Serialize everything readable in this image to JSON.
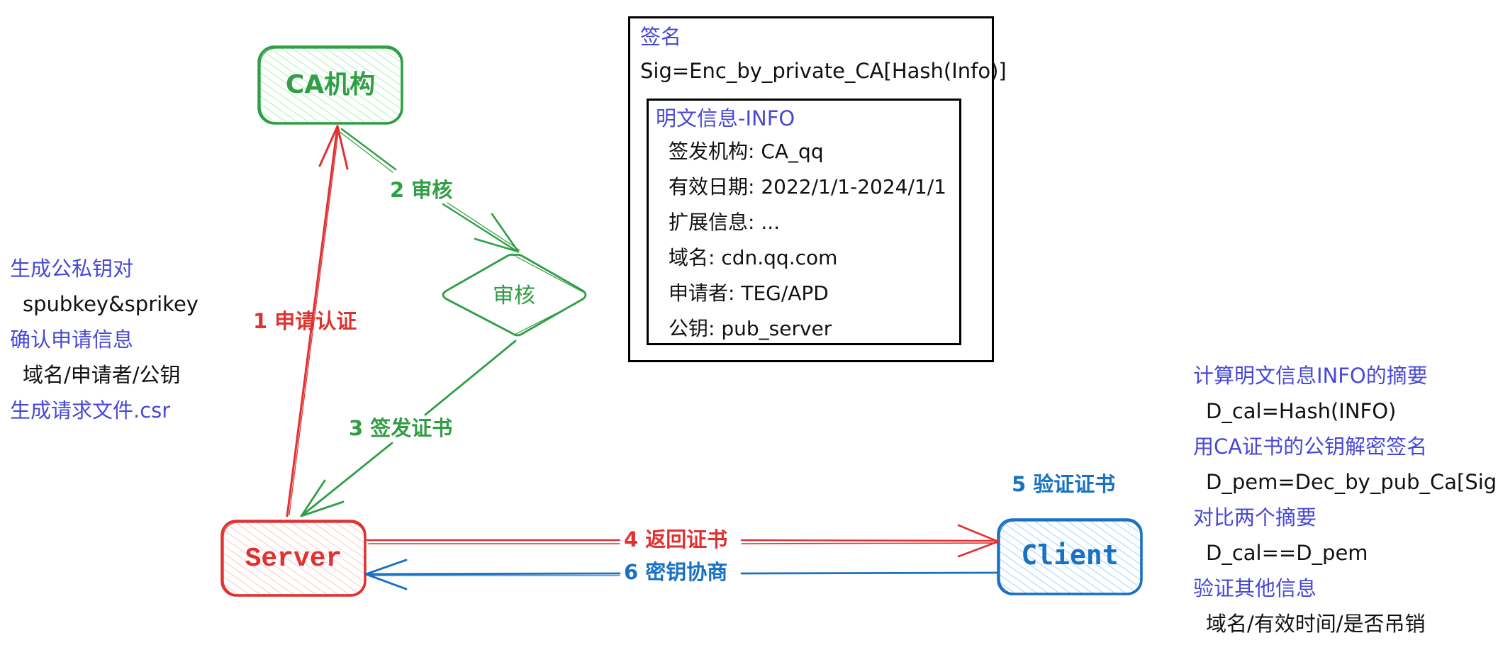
{
  "colors": {
    "green": "#2f9e44",
    "green_fill": "#b2f2bb",
    "red": "#e03131",
    "red_fill": "#ffc9c9",
    "blue": "#1971c2",
    "blue_fill": "#a5d8ff",
    "note_heading": "#4848d6",
    "text": "#111111"
  },
  "nodes": {
    "ca": "CA机构",
    "review": "审核",
    "server": "Server",
    "client": "Client"
  },
  "edges": [
    {
      "label": "1  申请认证",
      "from": "server",
      "to": "ca"
    },
    {
      "label": "2  审核",
      "from": "ca",
      "to": "review"
    },
    {
      "label": "3  签发证书",
      "from": "review",
      "to": "server"
    },
    {
      "label": "4  返回证书",
      "from": "server",
      "to": "client"
    },
    {
      "label": "5  验证证书",
      "from": "client",
      "to": "client"
    },
    {
      "label": "6  密钥协商",
      "from": "client",
      "to": "server"
    }
  ],
  "server_notes": [
    {
      "heading": "生成公私钥对",
      "detail": "spubkey&sprikey"
    },
    {
      "heading": "确认申请信息",
      "detail": "域名/申请者/公钥"
    },
    {
      "heading": "生成请求文件.csr",
      "detail": ""
    }
  ],
  "certificate": {
    "signature_title": "签名",
    "signature_formula": "Sig=Enc_by_private_CA[Hash(Info)]",
    "info_title": "明文信息-INFO",
    "info_rows": [
      "签发机构: CA_qq",
      "有效日期: 2022/1/1-2024/1/1",
      "扩展信息: ...",
      "域名: cdn.qq.com",
      "申请者: TEG/APD",
      "公钥: pub_server"
    ]
  },
  "client_notes": [
    {
      "heading": "计算明文信息INFO的摘要",
      "detail": "D_cal=Hash(INFO)"
    },
    {
      "heading": "用CA证书的公钥解密签名",
      "detail": "D_pem=Dec_by_pub_Ca[Sig]"
    },
    {
      "heading": "对比两个摘要",
      "detail": "D_cal==D_pem"
    },
    {
      "heading": "验证其他信息",
      "detail": "域名/有效时间/是否吊销"
    }
  ]
}
